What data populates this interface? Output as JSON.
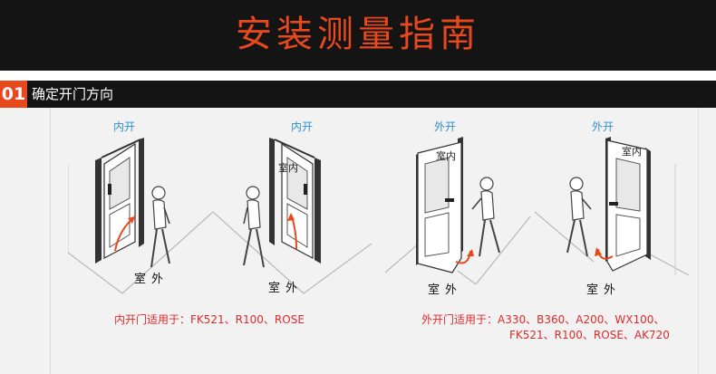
{
  "header": {
    "title": "安装测量指南"
  },
  "step": {
    "number": "01",
    "label": "确定开门方向"
  },
  "scenes": [
    {
      "direction": "内开",
      "outside": "室外",
      "inside": ""
    },
    {
      "direction": "内开",
      "outside": "室外",
      "inside": "室内"
    },
    {
      "direction": "外开",
      "outside": "室外",
      "inside": "室内"
    },
    {
      "direction": "外开",
      "outside": "室外",
      "inside": "室内"
    }
  ],
  "notes": {
    "inward": "内开门适用于：FK521、R100、ROSE",
    "outward_line1": "外开门适用于：A330、B360、A200、WX100、",
    "outward_line2": "FK521、R100、ROSE、AK720"
  },
  "colors": {
    "accent": "#e8491c",
    "banner": "#141414",
    "direction_text": "#2f8fd0",
    "note_text": "#e02a2a",
    "arrow": "#e8491c"
  }
}
